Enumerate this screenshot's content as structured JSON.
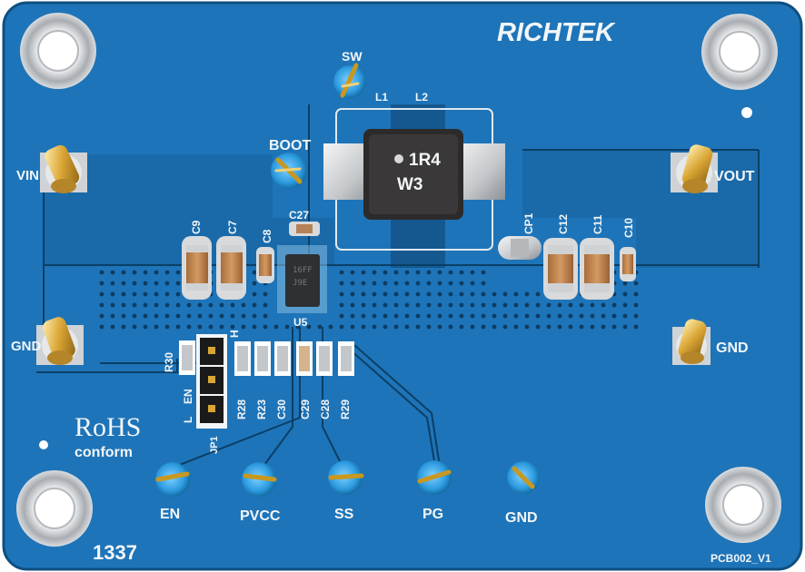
{
  "board": {
    "brand": "RICHTEK",
    "rohs_title": "RoHS",
    "rohs_sub": "conform",
    "part_number": "PCB002_V1",
    "date_code": "1337",
    "colors": {
      "board_blue": "#1e74b8",
      "board_dark": "#155f9a",
      "trace_dark": "#0b426b",
      "silkscreen": "#f2f6f8",
      "gold": "#d9a534",
      "tin": "#c9cbcc"
    }
  },
  "labels": {
    "sw": "SW",
    "l1": "L1",
    "l2": "L2",
    "boot": "BOOT",
    "vin": "VIN",
    "vout": "VOUT",
    "gnd_left": "GND",
    "gnd_right": "GND",
    "c27": "C27",
    "c9": "C9",
    "c7": "C7",
    "c8": "C8",
    "cp1": "CP1",
    "c12": "C12",
    "c11": "C11",
    "c10": "C10",
    "u5": "U5",
    "r30": "R30",
    "r28": "R28",
    "r23": "R23",
    "c30": "C30",
    "c29": "C29",
    "c28": "C28",
    "r29": "R29",
    "en_l": "L",
    "en_mid": "EN",
    "en_h": "H",
    "jp1": "JP1",
    "inductor_line1": "1R4",
    "inductor_line2": "W3"
  },
  "test_points": {
    "en": "EN",
    "pvcc": "PVCC",
    "ss": "SS",
    "pg": "PG",
    "gnd": "GND"
  }
}
